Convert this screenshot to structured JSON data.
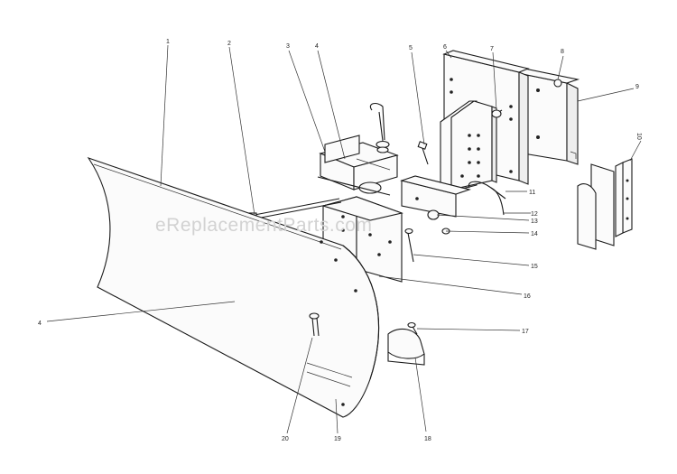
{
  "watermark": "eReplacementParts.com",
  "callouts": [
    "1",
    "2",
    "3",
    "4",
    "5",
    "6",
    "7",
    "8",
    "9",
    "10",
    "11",
    "12",
    "13",
    "14",
    "15",
    "16",
    "17",
    "18",
    "19",
    "20",
    "4"
  ]
}
